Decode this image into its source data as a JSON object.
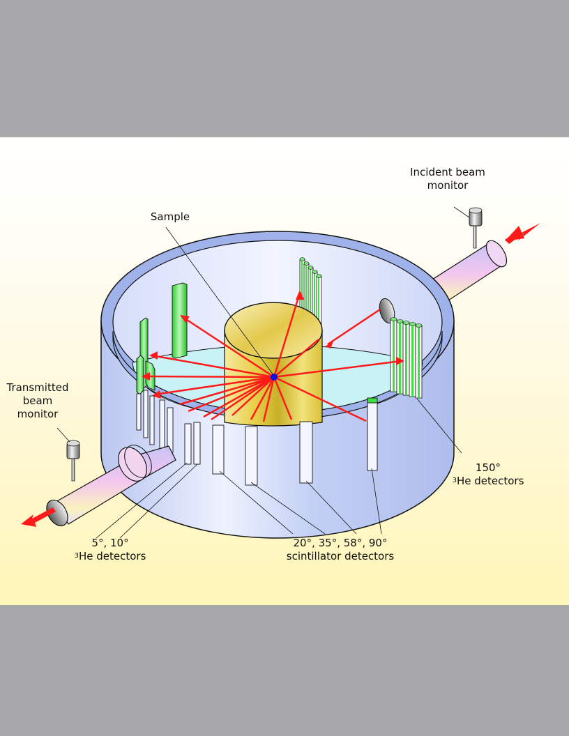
{
  "figure": {
    "title": "Neutron scattering detector arrangement",
    "background_colors": {
      "outer_band": "#a8a8aa",
      "panel_top": "#ffffff",
      "panel_bottom": "#fff6b8"
    },
    "colors": {
      "vessel": "#c8d4f4",
      "vessel_rim": "#9fb3ea",
      "floor": "#c6f2f6",
      "sample_cylinder": "#e6d35a",
      "sample_point": "#1010e0",
      "scattered_rays": "#ff1a1a",
      "detector_green": "#3ee03e",
      "beam_pipe": "#e8bfe8"
    }
  },
  "labels": {
    "incident_monitor": {
      "line1": "Incident beam",
      "line2": "monitor"
    },
    "sample": "Sample",
    "transmitted_monitor": {
      "line1": "Transmitted",
      "line2": "beam",
      "line3": "monitor"
    },
    "detectors_150": {
      "angle": "150°",
      "isotope": "3",
      "type": "He detectors"
    },
    "detectors_5_10": {
      "angle": "5°, 10°",
      "isotope": "3",
      "type": "He detectors"
    },
    "scintillators": {
      "angles": "20°, 35°, 58°, 90°",
      "type": "scintillator detectors"
    }
  },
  "components": [
    {
      "name": "incident-beam-arrow",
      "description": "Incoming beam direction"
    },
    {
      "name": "transmitted-beam-arrow",
      "description": "Outgoing beam direction"
    },
    {
      "name": "sample-cylinder",
      "description": "Central sample"
    },
    {
      "name": "detector-bank-150",
      "count": 5
    },
    {
      "name": "detector-bank-5-10",
      "count": 2
    },
    {
      "name": "scintillator-detectors",
      "count": 4
    }
  ]
}
